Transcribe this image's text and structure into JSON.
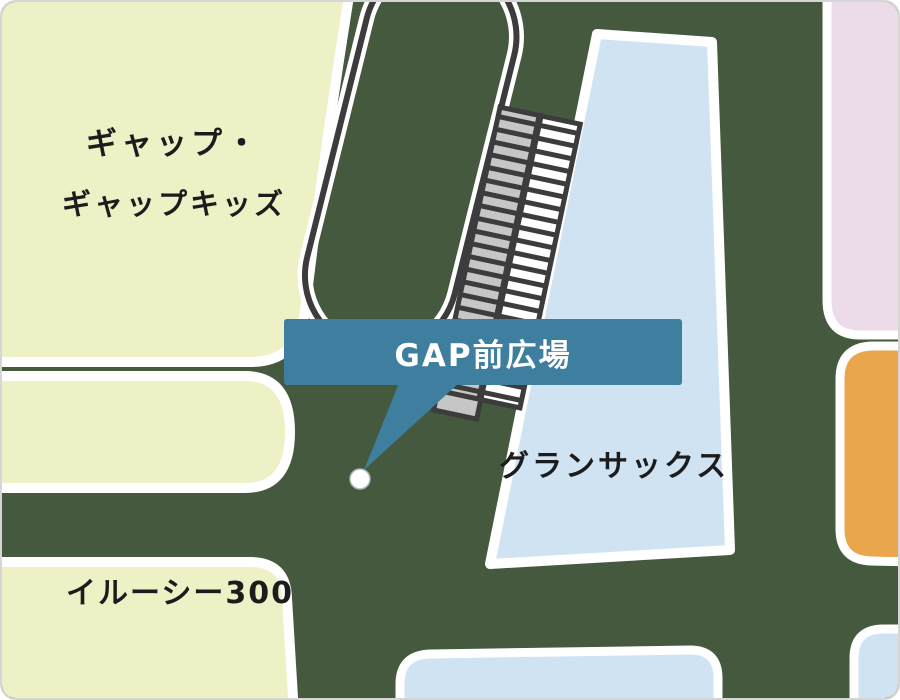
{
  "canvas": {
    "background": "#45593e",
    "border_color": "#d6d6d6"
  },
  "colors": {
    "store_yellow": "#eef0c6",
    "store_blue": "#cfe3f2",
    "store_pink": "#ecdcea",
    "store_orange": "#e9a64d",
    "outline_dark": "#3c3c3c",
    "stair_gray": "#c6c6c6",
    "marker_white": "#ffffff",
    "walkway_white": "#ffffff"
  },
  "labels": {
    "gap_line1": "ギャップ・",
    "gap_line2": "ギャップキッズ",
    "gransacs": "グランサックス",
    "illusie300": "イルーシー300"
  },
  "callout": {
    "text": "GAP前広場",
    "background": "#3e7e9e",
    "text_color": "#ffffff"
  }
}
